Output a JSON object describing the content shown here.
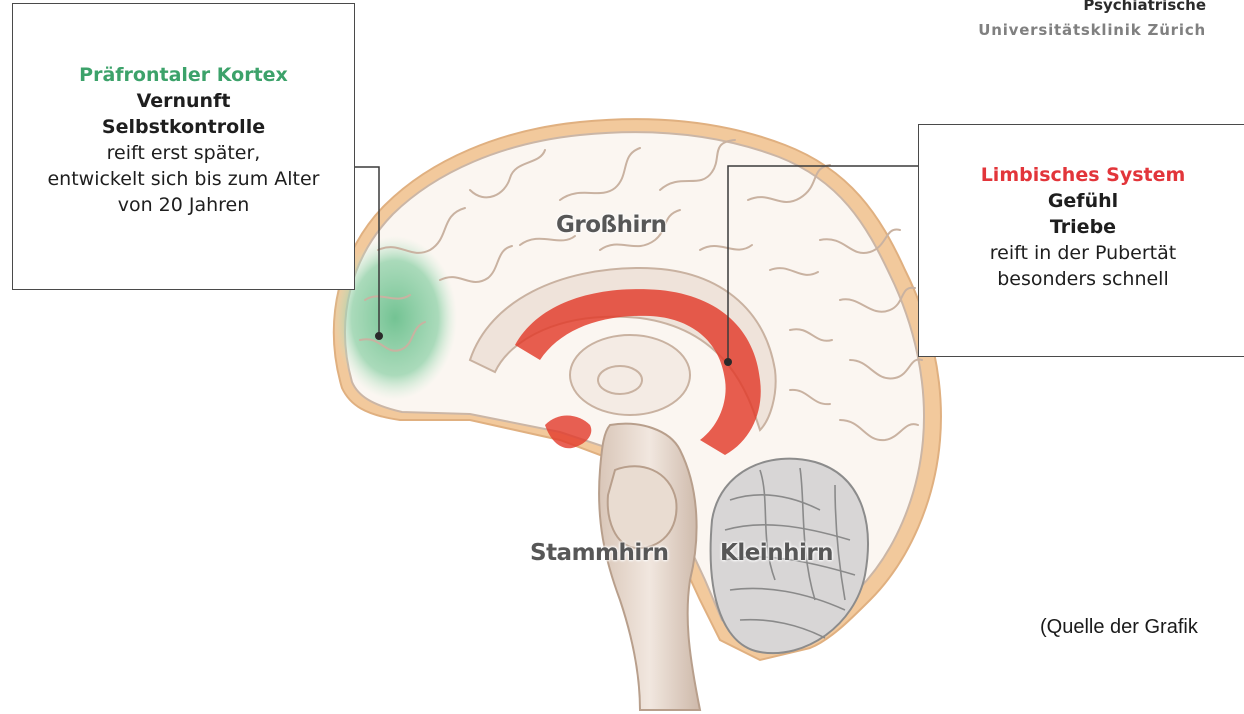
{
  "logo": {
    "line1": "Psychiatrische",
    "line2": "Universitätsklinik Zürich"
  },
  "callouts": {
    "prefrontal": {
      "heading": "Präfrontaler Kortex",
      "heading_color": "#3ca26a",
      "line1": "Vernunft",
      "line2": "Selbstkontrolle",
      "line3": "reift erst später,",
      "line4": "entwickelt sich bis zum Alter",
      "line5": "von 20 Jahren"
    },
    "limbic": {
      "heading": "Limbisches System",
      "heading_color": "#e2353a",
      "line1": "Gefühl",
      "line2": "Triebe",
      "line3": "reift in der Pubertät",
      "line4": "besonders schnell"
    }
  },
  "regions": {
    "cerebrum": "Großhirn",
    "brainstem": "Stammhirn",
    "cerebellum": "Kleinhirn"
  },
  "source_note": "(Quelle der Grafik",
  "colors": {
    "skull_outline": "#f2c99c",
    "prefrontal_highlight": "#6cc08e",
    "limbic_highlight": "#e23a2a",
    "brain_tissue": "#fbf6f1"
  }
}
